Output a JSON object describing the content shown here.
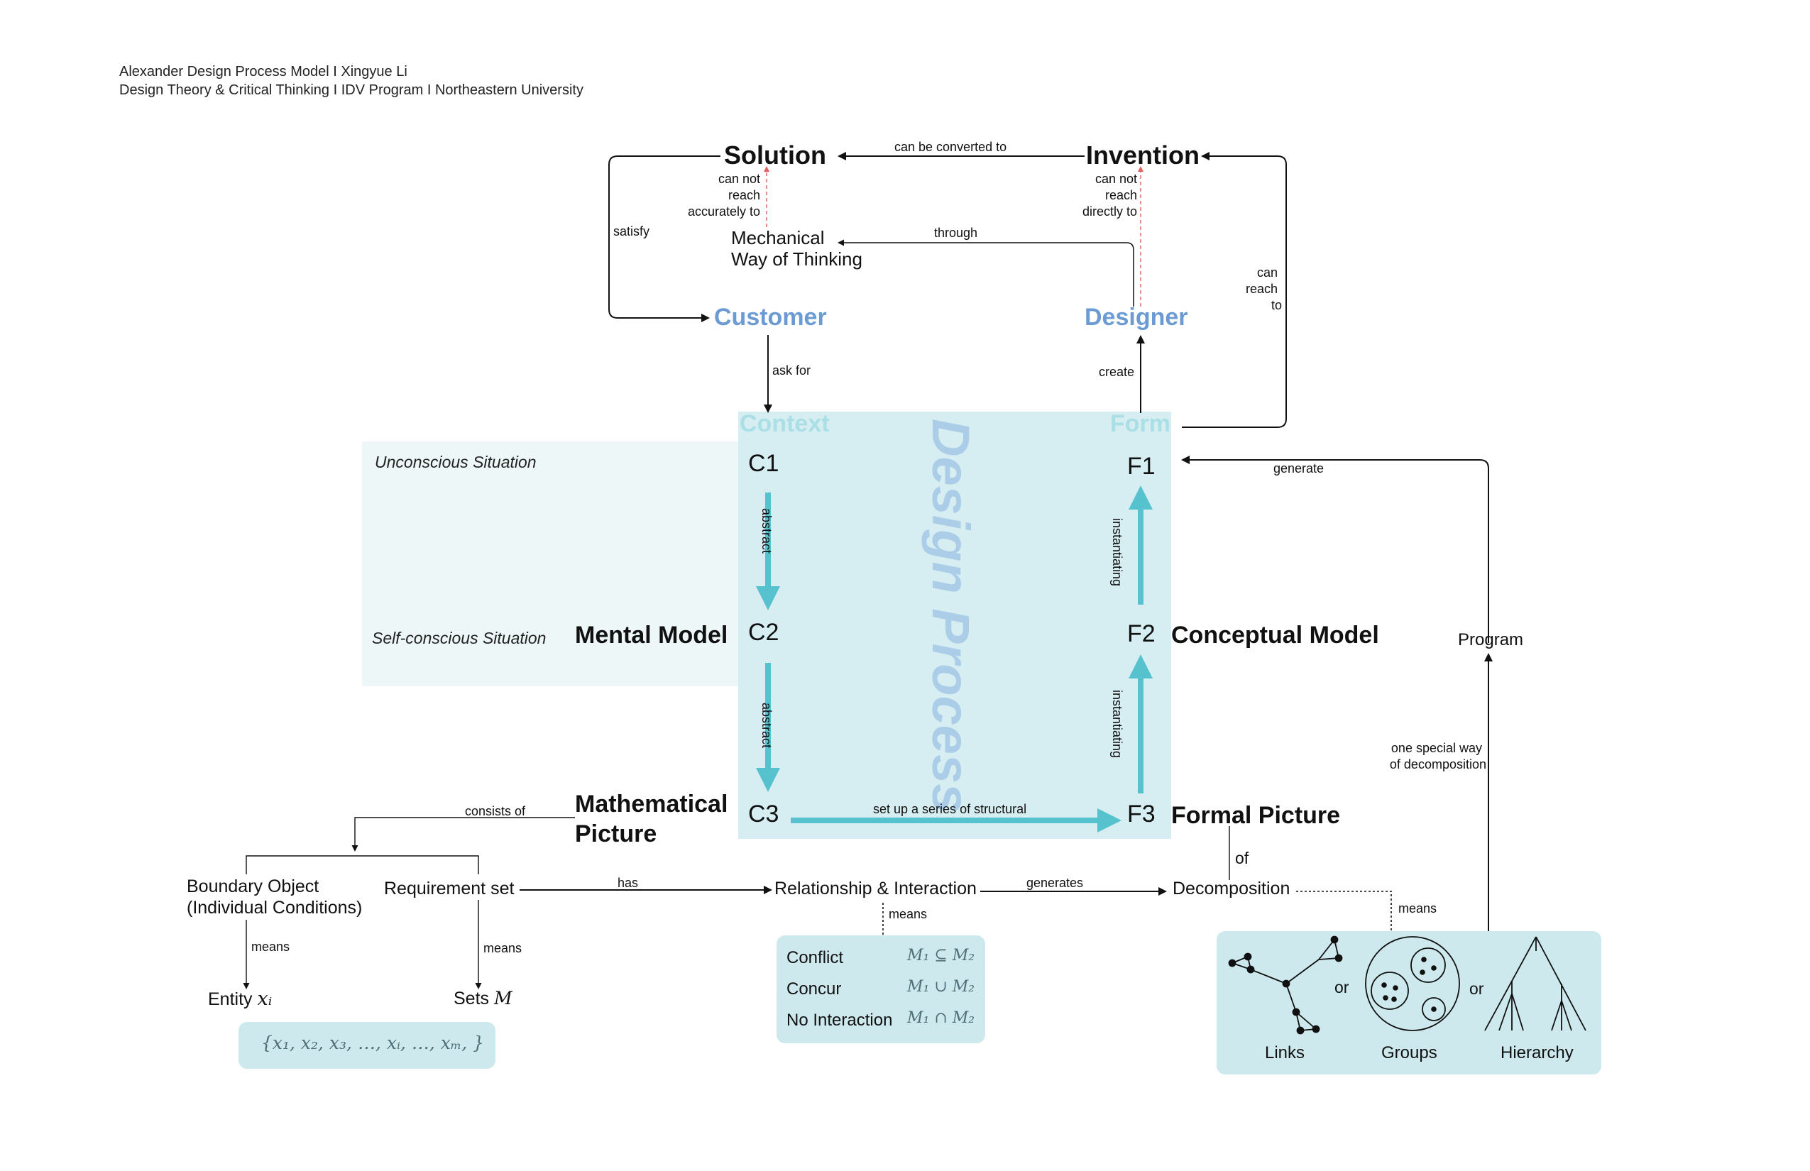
{
  "header": {
    "line1": "Alexander Design Process Model I Xingyue Li",
    "line2": "Design Theory & Critical Thinking I IDV Program I Northeastern University"
  },
  "top": {
    "solution": "Solution",
    "invention": "Invention",
    "can_be_converted_to": "can be converted to",
    "mechanical_line1": "Mechanical",
    "mechanical_line2": "Way of Thinking",
    "through": "through",
    "satisfy": "satisfy",
    "solution_note_1": "can not",
    "solution_note_2": "reach",
    "solution_note_3": "accurately to",
    "invention_note_1": "can not",
    "invention_note_2": "reach",
    "invention_note_3": "directly to",
    "can_reach_1": "can",
    "can_reach_2": "reach",
    "can_reach_3": "to",
    "customer": "Customer",
    "designer": "Designer",
    "ask_for": "ask for",
    "create": "create"
  },
  "process": {
    "context": "Context",
    "form": "Form",
    "watermark": "Design Process",
    "c1": "C1",
    "c2": "C2",
    "c3": "C3",
    "f1": "F1",
    "f2": "F2",
    "f3": "F3",
    "abstract1": "abstract",
    "abstract2": "abstract",
    "instantiating1": "instantiating",
    "instantiating2": "instantiating",
    "set_up": "set up a series of structural",
    "unconscious": "Unconscious Situation",
    "self_conscious": "Self-conscious Situation",
    "mental_model": "Mental Model",
    "conceptual_model": "Conceptual Model",
    "mathematical_1": "Mathematical",
    "mathematical_2": "Picture",
    "formal_picture": "Formal Picture",
    "generate": "generate",
    "program": "Program",
    "one_special_1": "one special way",
    "one_special_2": "of decomposition"
  },
  "bottom": {
    "consists_of": "consists of",
    "boundary_1": "Boundary Object",
    "boundary_2": "(Individual Conditions)",
    "requirement": "Requirement set",
    "has": "has",
    "relationship": "Relationship & Interaction",
    "generates": "generates",
    "decomposition": "Decomposition",
    "of": "of",
    "means1": "means",
    "means2": "means",
    "means3": "means",
    "means4": "means",
    "entity": "Entity",
    "entity_sym": "xᵢ",
    "sets": "Sets",
    "sets_sym": "M",
    "set_formula": "{x₁, x₂, x₃, …, xᵢ, …, xₘ, }",
    "conflict": "Conflict",
    "conflict_f": "M₁ ⊆ M₂",
    "concur": "Concur",
    "concur_f": "M₁ ∪ M₂",
    "no_interaction": "No Interaction",
    "no_interaction_f": "M₁ ∩ M₂",
    "links": "Links",
    "groups": "Groups",
    "hierarchy": "Hierarchy",
    "or1": "or",
    "or2": "or"
  },
  "colors": {
    "process_bg": "#cde9ee",
    "situation_bg": "#eef7f8",
    "arrow_teal": "#56c2cd",
    "blue_label": "#6b9bd2",
    "faint_red": "#e06060"
  }
}
